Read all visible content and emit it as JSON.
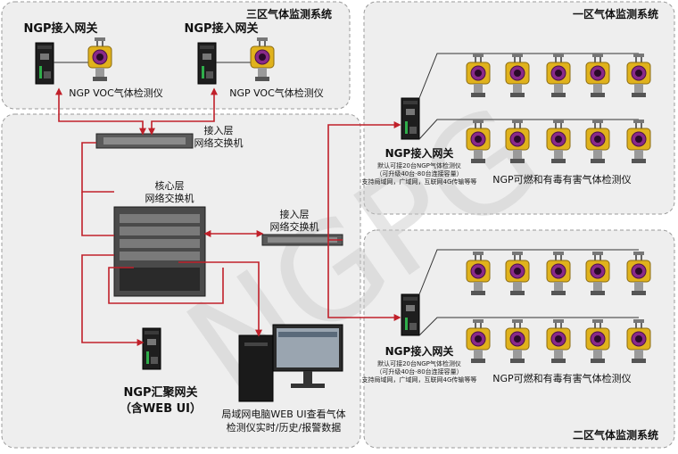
{
  "zones": {
    "zone3_title": "三区气体监测系统",
    "zone1_title": "一区气体监测系统",
    "zone2_title": "二区气体监测系统"
  },
  "zone3": {
    "gateway_label_1": "NGP接入网关",
    "gateway_label_2": "NGP接入网关",
    "detector_label_1": "NGP VOC气体检测仪",
    "detector_label_2": "NGP VOC气体检测仪"
  },
  "core": {
    "access_switch_top_1": "接入层",
    "access_switch_top_2": "网络交换机",
    "core_switch_1": "核心层",
    "core_switch_2": "网络交换机",
    "access_switch_mid_1": "接入层",
    "access_switch_mid_2": "网络交换机",
    "agg_gateway_1": "NGP汇聚网关",
    "agg_gateway_2": "（含WEB UI）",
    "pc_label_1": "局域网电脑WEB UI查看气体",
    "pc_label_2": "检测仪实时/历史/报警数据"
  },
  "zone1": {
    "gateway_title": "NGP接入网关",
    "gateway_desc_1": "默认可接20台NGP气体检测仪",
    "gateway_desc_2": "（可升级40台-80台连接容量）",
    "gateway_desc_3": "支持局域网，广域网，互联网4G传输等等",
    "detector_label": "NGP可燃和有毒有害气体检测仪"
  },
  "zone2": {
    "gateway_title": "NGP接入网关",
    "gateway_desc_1": "默认可接20台NGP气体检测仪",
    "gateway_desc_2": "（可升级40台-80台连接容量）",
    "gateway_desc_3": "支持局域网，广域网，互联网4G传输等等",
    "detector_label": "NGP可燃和有毒有害气体检测仪"
  },
  "watermark": "NGPG",
  "colors": {
    "zone_fill": "#eeeeee",
    "zone_border": "#9a9a9a",
    "link_red": "#c0202a",
    "cable_dark": "#333333",
    "detector_yellow": "#e0b21c",
    "detector_purple": "#8a2a8a"
  }
}
